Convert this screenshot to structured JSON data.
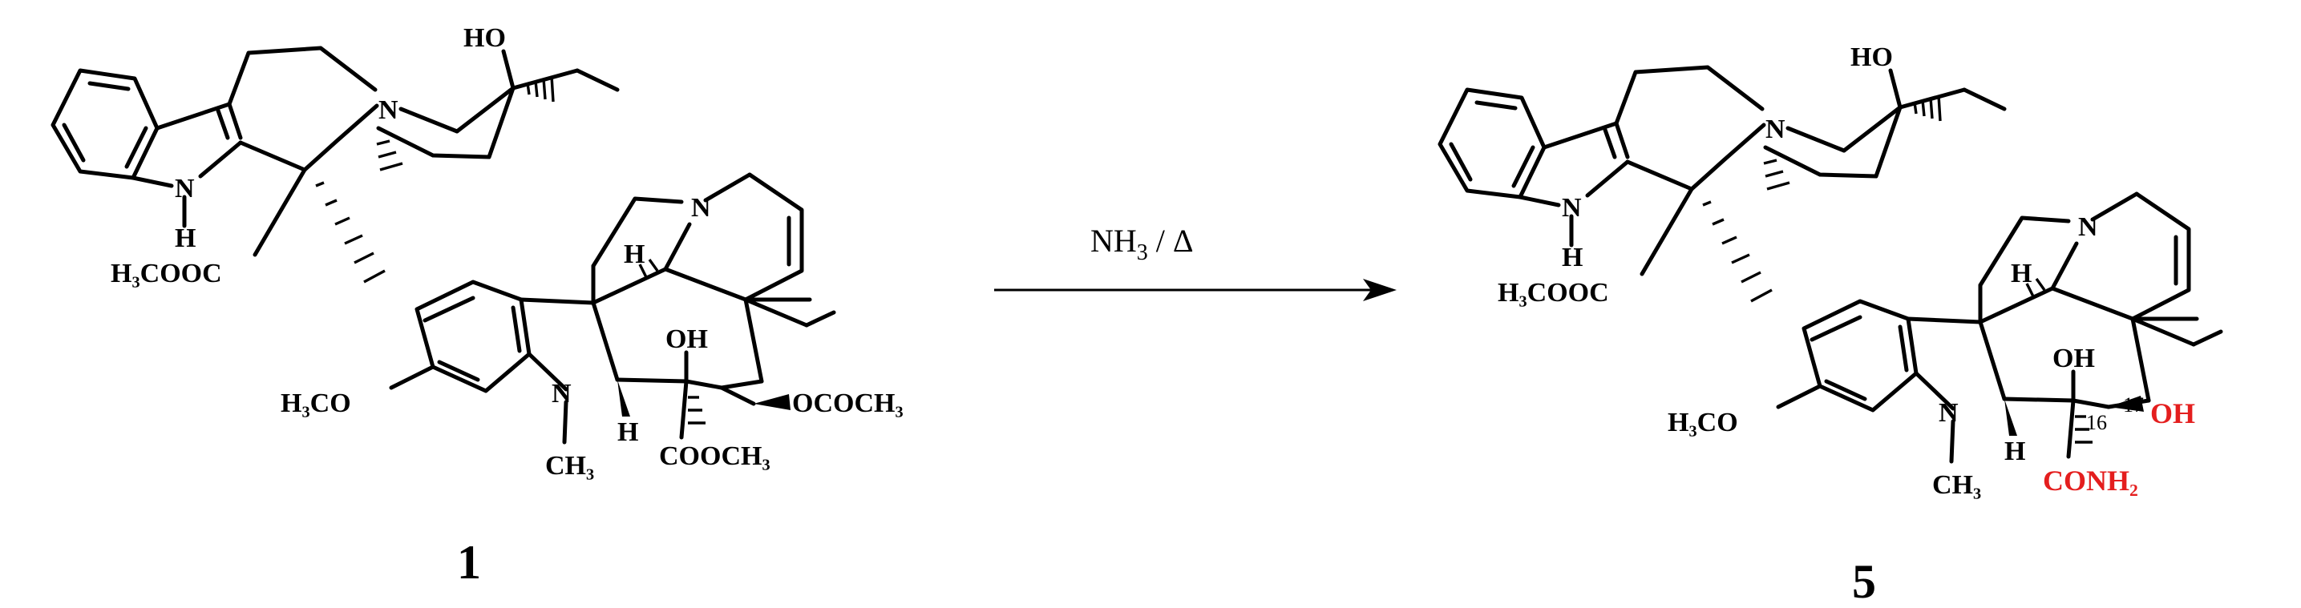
{
  "reaction": {
    "reagent_text": "NH",
    "reagent_sub": "3",
    "reagent_sep": " / ",
    "reagent_heat_symbol": "Δ",
    "arrow_icon": "reaction-arrow"
  },
  "compound_1": {
    "number": "1",
    "labels": {
      "ho_top": "HO",
      "n_upper": "N",
      "n_indole": "N",
      "h_indole": "H",
      "ester_upper": "H₃COOC",
      "n_lower_ring": "N",
      "h_ring": "H",
      "oh": "OH",
      "methoxy": "H₃CO",
      "n_lower": "N",
      "h_lower": "H",
      "methyl_n": "CH₃",
      "oacetyl": "OCOCH₃",
      "ester_lower": "COOCH₃"
    }
  },
  "compound_5": {
    "number": "5",
    "labels": {
      "ho_top": "HO",
      "n_upper": "N",
      "n_indole": "N",
      "h_indole": "H",
      "ester_upper": "H₃COOC",
      "n_lower_ring": "N",
      "h_ring": "H",
      "oh": "OH",
      "methoxy": "H₃CO",
      "n_lower": "N",
      "h_lower": "H",
      "methyl_n": "CH₃",
      "locant_16": "16",
      "locant_17": "17",
      "oh_new": "OH",
      "amide_new": "CONH₂"
    }
  },
  "colors": {
    "structure": "#000000",
    "modified_group": "#e41e1e"
  }
}
